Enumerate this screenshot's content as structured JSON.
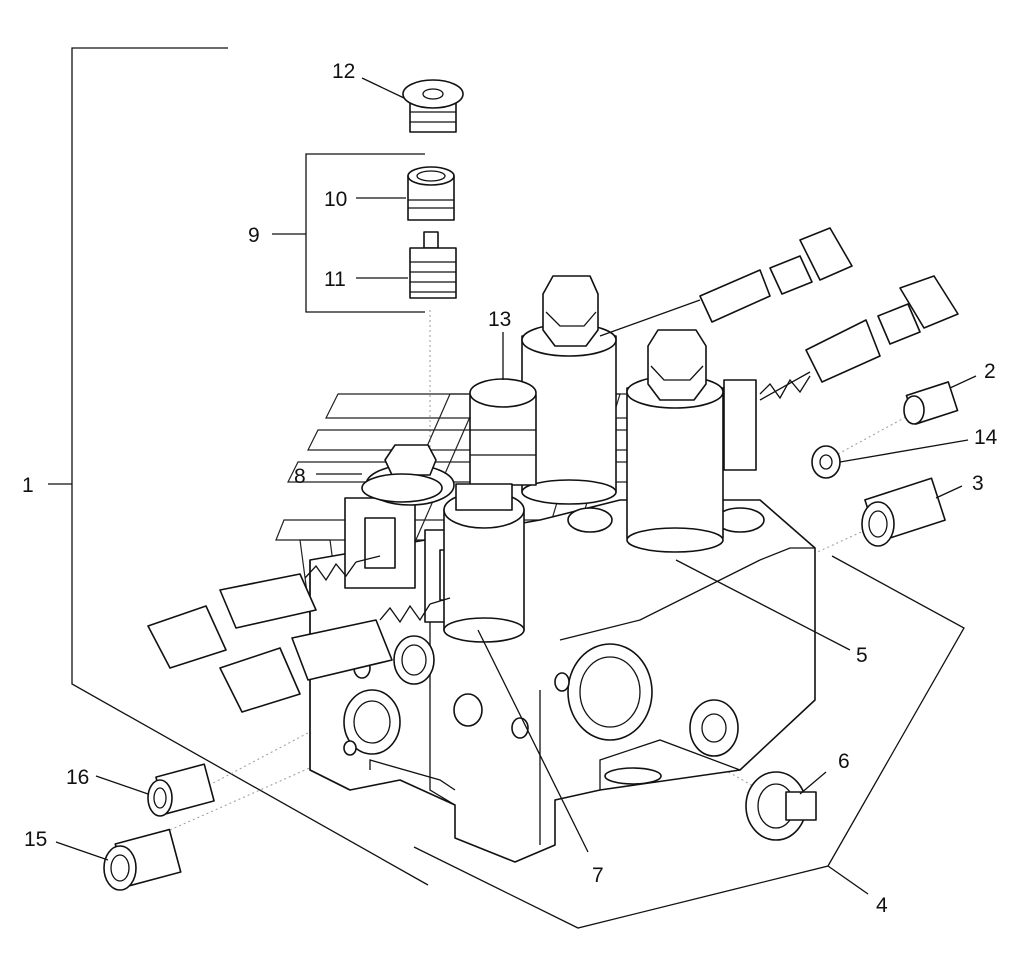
{
  "diagram": {
    "callouts": [
      {
        "id": "c1",
        "text": "1"
      },
      {
        "id": "c2",
        "text": "2"
      },
      {
        "id": "c3",
        "text": "3"
      },
      {
        "id": "c4",
        "text": "4"
      },
      {
        "id": "c5",
        "text": "5"
      },
      {
        "id": "c6",
        "text": "6"
      },
      {
        "id": "c7",
        "text": "7"
      },
      {
        "id": "c8",
        "text": "8"
      },
      {
        "id": "c9",
        "text": "9"
      },
      {
        "id": "c10",
        "text": "10"
      },
      {
        "id": "c11",
        "text": "11"
      },
      {
        "id": "c12",
        "text": "12"
      },
      {
        "id": "c13",
        "text": "13"
      },
      {
        "id": "c14",
        "text": "14"
      },
      {
        "id": "c15",
        "text": "15"
      },
      {
        "id": "c16",
        "text": "16"
      }
    ],
    "colors": {
      "line": "#111111",
      "background": "#ffffff",
      "hidden_line": "#9a9a9a"
    }
  }
}
